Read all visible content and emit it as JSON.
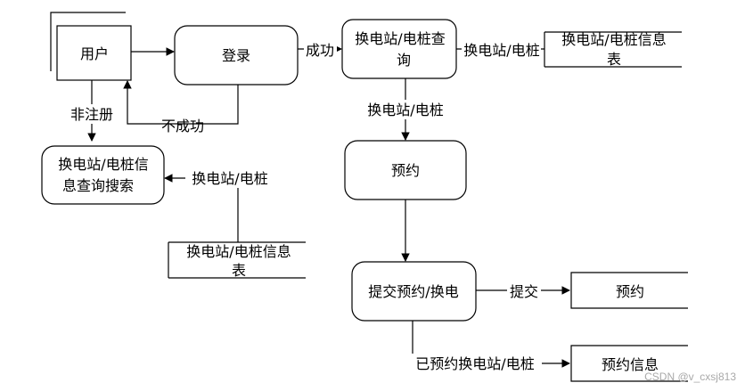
{
  "nodes": {
    "user": "用户",
    "login": "登录",
    "station_query": [
      "换电站/电桩查",
      "询"
    ],
    "info_search": [
      "换电站/电桩信",
      "息查询搜索"
    ],
    "reserve": "预约",
    "submit": "提交预约/换电"
  },
  "stores": {
    "station_table_right": [
      "换电站/电桩信息",
      "表"
    ],
    "station_table_left": [
      "换电站/电桩信息",
      "表"
    ],
    "reservation": "预约",
    "reservation_info": "预约信息"
  },
  "flows": {
    "success": "成功",
    "fail": "不成功",
    "unregistered": "非注册",
    "station_right": "换电站/电桩",
    "station_down": "换电站/电桩",
    "station_left": "换电站/电桩",
    "submit": "提交",
    "reserved": "已预约换电站/电桩"
  },
  "watermark": "CSDN @v_cxsj813"
}
